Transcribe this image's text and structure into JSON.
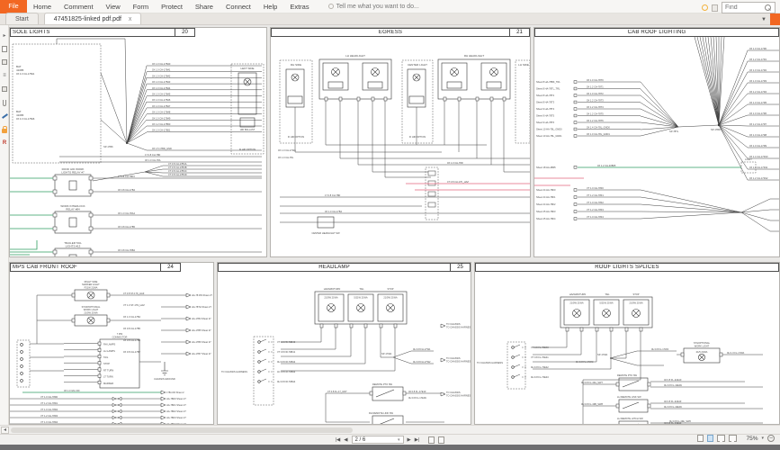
{
  "app": {
    "file_menu": "File",
    "menu": [
      "Home",
      "Comment",
      "View",
      "Form",
      "Protect",
      "Share",
      "Connect",
      "Help",
      "Extras"
    ],
    "assistant_hint": "Tell me what you want to do...",
    "find_placeholder": "Find",
    "tabs": {
      "start": "Start",
      "doc": "47451825-linked pdf.pdf",
      "close": "x"
    }
  },
  "colors": {
    "accent": "#f26722",
    "green_wire": "#2f9e60",
    "red_wire": "#e2647e"
  },
  "statusbar": {
    "page_field": "2 / 6",
    "zoom": "75%"
  },
  "sheets": [
    {
      "title": "SOLE LIGHTS",
      "number": "20"
    },
    {
      "title": "EGRESS",
      "number": "21"
    },
    {
      "title": "CAB ROOF LIGHTING",
      "number": ""
    },
    {
      "title": "MPS CAB FRONT ROOF",
      "number": "24"
    },
    {
      "title": "HEADLAMP",
      "number": "25"
    },
    {
      "title": "ROOF LIGHTS SPLICES",
      "number": ""
    }
  ],
  "pole": {
    "sources": [
      {
        "l1": "BAT",
        "l2": "41085",
        "l3": "0X 4.0 CH-17B41"
      },
      {
        "l1": "BAT",
        "l2": "41086",
        "l3": "0X 4.0 CH-17B46"
      }
    ],
    "splice": "SP-17BK",
    "fan": [
      "0X 1.0 CH-17B40",
      "0X 1.0 CH-17B41",
      "0X 1.0 CH-17B42",
      "0X 1.0 CH-17B43",
      "0X 1.0 CH-17B44",
      "0X 1.0 CH-17B45",
      "0X 1.0 CH-17B46",
      "0X 1.0 CH-17B47",
      "0X 1.0 CH-17B48",
      "0X 1.0 CH-17B49",
      "0X 1.2 CH-17B50",
      "0X 1.0 CH-17B51"
    ],
    "gnd": "0X 1.5 17BD_GND",
    "top_wires": [
      "17 0.8 CH-78D",
      "0X 1.0 CH-78A"
    ],
    "relays": [
      {
        "n1": "ROOF HID WORK",
        "n2": "LIGHTS RELAY #7",
        "wa": "17 0.8 CH-78D4",
        "wb": "0X 0.8 CH-17B4"
      },
      {
        "n1": "WORK INTERLOCK",
        "n2": "RELAY #84",
        "wa": "0X 1.0 CH-78A4",
        "wb": "0X 0.8 CH-17B5"
      },
      {
        "n1": "TRAILER TAIL",
        "n2": "LIGHTS #13",
        "wa": "0X 0.8 CH-78B4",
        "wb": "0X 0.8 CH-17B6"
      }
    ],
    "sub_fan": [
      "4T 0.8 CH-17B4A",
      "4T 0.8 CH-17B4B",
      "4T 0.8 CH-17B4C",
      "4T 0.8 CH-17B4D"
    ],
    "hid": {
      "name": "LEFT SIDE",
      "ballast": "HID BALLAST",
      "note": "IF HID OPTION"
    }
  },
  "egress": {
    "c1": {
      "name": "RH SIDE",
      "note": "IF HID OPTION"
    },
    "c2": {
      "name": "LH HEADLIGHT"
    },
    "c3": {
      "name": "CENTER LIGHT",
      "note": "IF HID OPTION"
    },
    "c4": {
      "name": "RH HEADLIGHT"
    },
    "c5": {
      "name": "LH SIDE",
      "note": "IF HID OPTION"
    },
    "sw": "CENTER HEADLIGHT SW",
    "wires": [
      "0X 1.0 CH-17WA",
      "4T 0.8 CH-17K_HAZ",
      "0X 1.0 CH-78L",
      "0X 1.0 CH-78R",
      "17 0.8 CH-78D",
      "0X 1.0 CH-17B4"
    ]
  },
  "cabroof": {
    "left_rows": [
      {
        "stub": "Sheet 8  HA-78BK_TRL",
        "wire": "0X 1.0 CH-78T0"
      },
      {
        "stub": "Sheet 8  HA-78TL_TRL",
        "wire": "0X 1.2 CH-78T1"
      },
      {
        "stub": "Sheet 8  HA-78T2",
        "wire": "0X 1.0 CH-78T2"
      },
      {
        "stub": "Sheet 8  HA-78T3",
        "wire": "0X 1.2 CH-78T3"
      },
      {
        "stub": "Sheet 9  HA-78T4",
        "wire": "0X 1.2 CH-78T4"
      },
      {
        "stub": "Sheet 9  HA-78T5",
        "wire": "0X 1.2 CH-78T5"
      },
      {
        "stub": "Sheet 9  HA-78T6",
        "wire": "0X 1.2 CH-78T6"
      },
      {
        "stub": "Sheet 10  HA-78L_GND0",
        "wire": "0X 1.4 CH-78L_GND0"
      },
      {
        "stub": "Sheet 10  HA-78L_GND1",
        "wire": "0X 1.0 CH-78L_GND1"
      }
    ],
    "splice": "SP-78TL",
    "point": "SP-17BD",
    "right_fan": [
      "0X 1.0 CH-17R0",
      "0X 1.2 CH-17R1",
      "0X 1.0 CH-17R2",
      "0X 1.0 CH-17R3",
      "0X 1.2 CH-17R4",
      "0X 1.0 CH-17R5",
      "0X 1.0 CH-17R6",
      "0X 1.2 CH-17R7",
      "0X 1.0 CH-17R8",
      "0X 1.0 CH-17R9",
      "0X 1.4 CH-17R10",
      "0X 1.0 CH-17R11",
      "0X 1.2 CH-17R12"
    ],
    "green": {
      "stub": "Sheet 18  HA-4B05",
      "label": "0X 1.2 CH-40B05",
      "box": "LIGHT"
    },
    "lower_rows": [
      {
        "stub": "Sheet 24  HA-78F0",
        "wire": "VT 1.0 CH-78F0"
      },
      {
        "stub": "Sheet 24  HA-78F1",
        "wire": "VT 1.2 CH-78F1"
      },
      {
        "stub": "Sheet 24  HA-78F2",
        "wire": "VT 1.0 CH-78F2"
      },
      {
        "stub": "Sheet 25  HA-78F3",
        "wire": "VT 1.2 CH-78F3"
      },
      {
        "stub": "Sheet 25  HA-78F4",
        "wire": "VT 1.0 CH-78F4"
      }
    ]
  },
  "mps": {
    "marker": {
      "n1": "RIGHT SIDE",
      "n2": "MARKER LIGHT",
      "watt": "P21W 21WA"
    },
    "work": {
      "n1": "STOP/OPTIONAL",
      "n2": "WORK LIGHT",
      "watt": "21/5W 21WA"
    },
    "connector": {
      "t1": "7 PIN",
      "t2": "CONNECTOR",
      "pins": [
        "RH LAMPS",
        "LH LAMPS",
        "TAIL",
        "STOP",
        "RT TURN",
        "LT TURN",
        "MARKER"
      ]
    },
    "ground": "CHASSIS GROUND",
    "right_arrows": [
      {
        "wire": "4T 0.8 ST-17K_HAZ",
        "ref": "HA-78 RN  Sheet 27"
      },
      {
        "wire": "VT 1.0 ST-17N_HAZ",
        "ref": "HA-78TH  Sheet 27"
      },
      {
        "wire": "0X 1.0 CH-17B4",
        "ref": "HA-17B4  Sheet 27"
      },
      {
        "wire": "0X 0.8 CH-17B5",
        "ref": "HA-17B5  Sheet 27"
      },
      {
        "wire": "0X 0.8 CH-17B6",
        "ref": "HA-17B6  Sheet 27"
      },
      {
        "wire": "0X 0.8 CH-17B7",
        "ref": "HA-17B7  Sheet 27"
      }
    ],
    "green_label": "0X 1.0 GN-CID",
    "green_ref": "17B-CID  Sheet 2",
    "bottom_rows": [
      {
        "wire": "VT 1.0 CH-78D0",
        "ref": "HA-78D0  Sheet 27"
      },
      {
        "wire": "VT 1.2 CH-78D1",
        "ref": "HA-78D1  Sheet 27"
      },
      {
        "wire": "VT 1.0 CH-78D2",
        "ref": "HA-78D2  Sheet 27"
      },
      {
        "wire": "VT 1.2 CH-78D3",
        "ref": "HA-78D3  Sheet 27"
      },
      {
        "wire": "VT 1.0 CH-78D4",
        "ref": "HA-78D4  Sheet 27"
      }
    ]
  },
  "headlamp": {
    "lamps": [
      "HAZARD/TURN",
      "TAIL",
      "STOP"
    ],
    "watts": [
      "21/5W 21WA",
      "5/21W 21WA",
      "21/5W 21WA"
    ],
    "to_chassis": "TO CHASSIS HARNESS",
    "pin_labels": [
      "VT 0.8 FR-70B40",
      "VT 0.8 FR-70B41",
      "0H 0.8 FR-70B42",
      "4C 0.8 FR-70B43",
      "0H 0.8 FR-70B44"
    ],
    "splice": "SP-17WA",
    "splice_wires": [
      "0H 0.8 FH-17W1",
      "0H 0.8 FH-17W2"
    ],
    "pto": {
      "name": "REMOTE PTO SW",
      "left": "4T 0.8 FL-17_GNT",
      "r1": "40 0.8 FL-17E10",
      "r2": "0H 0.8 FL-17E0U"
    },
    "link": "RH REMOTE LINK SW",
    "right_refs": [
      "TO CHASSIS HARNESS",
      "TO CHASSIS HARNESS",
      "TO CHASSIS HARNESS"
    ]
  },
  "splices": {
    "lamps": [
      "HAZARD/TURN",
      "TAIL",
      "STOP"
    ],
    "watts": [
      "21/5W 21WA",
      "5/21W 21WA",
      "21/5W 21WA"
    ],
    "to_chassis": "TO CHASSIS HARNESS",
    "pin_labels": [
      "VT 0.8 FL-70E40",
      "VT 0.8 FL-70E41",
      "0H 0.8 FL-70E42",
      "0H 0.8 FL-70E43"
    ],
    "splice": "SP-17WA",
    "splice_in": "0H 0.8 FL-17WC",
    "worklight": {
      "n1": "ST&OPTIONAL",
      "n2": "WORK LIGHT",
      "watt": "21/5 21WA",
      "left": "0H 0.8 FL-17W4",
      "right": "0H 1.0 FL-17WA"
    },
    "switches": [
      {
        "name": "REMOTE PTO SW",
        "left": "0H 0.8 FL-43A_SW7",
        "r1": "40 0.8 FL-42E10",
        "r2": "0H 0.8 FL-42E0U"
      },
      {
        "name": "LH REMOTE LINK SW",
        "left": "0H 0.8 FL-43B_SW8",
        "r1": "40 0.8 FL-42E1F",
        "r2": "0H 0.8 FL-42E0C"
      },
      {
        "name": "LH REMOTE HITCH SW",
        "left": "0H 0.8 FL-43C_SW9",
        "r1": "40 0.8 FL-43E10",
        "r2": "40 0.8 FL-43E0S"
      }
    ],
    "bottom_wire": "0H 0.8 FL-43E_SW0"
  }
}
